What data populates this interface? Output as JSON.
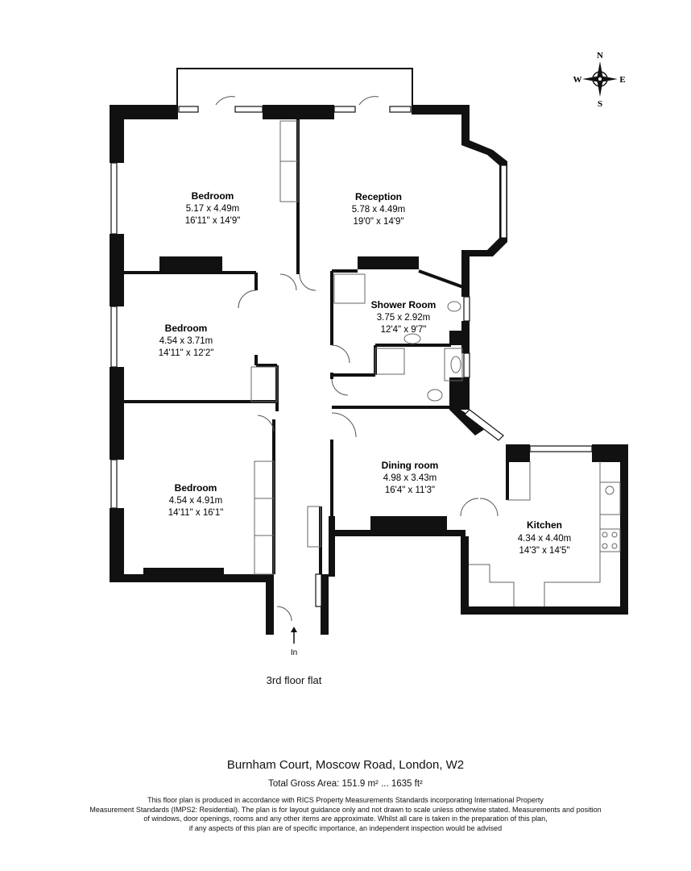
{
  "compass": {
    "n": "N",
    "e": "E",
    "s": "S",
    "w": "W"
  },
  "rooms": [
    {
      "id": "bedroom-1",
      "name": "Bedroom",
      "metric": "5.17 x 4.49m",
      "imperial": "16'11\" x 14'9\""
    },
    {
      "id": "reception",
      "name": "Reception",
      "metric": "5.78 x 4.49m",
      "imperial": "19'0\" x 14'9\""
    },
    {
      "id": "shower-room",
      "name": "Shower Room",
      "metric": "3.75 x 2.92m",
      "imperial": "12'4\" x 9'7\""
    },
    {
      "id": "bedroom-2",
      "name": "Bedroom",
      "metric": "4.54 x 3.71m",
      "imperial": "14'11\" x 12'2\""
    },
    {
      "id": "bedroom-3",
      "name": "Bedroom",
      "metric": "4.54 x 4.91m",
      "imperial": "14'11\" x 16'1\""
    },
    {
      "id": "dining-room",
      "name": "Dining room",
      "metric": "4.98 x 3.43m",
      "imperial": "16'4\" x 11'3\""
    },
    {
      "id": "kitchen",
      "name": "Kitchen",
      "metric": "4.34 x 4.40m",
      "imperial": "14'3\" x 14'5\""
    }
  ],
  "entrance_label": "In",
  "floor_label": "3rd floor flat",
  "address": "Burnham Court, Moscow Road, London, W2",
  "total_area": "Total Gross Area: 151.9 m² ... 1635 ft²",
  "disclaimer": [
    "This floor plan is produced in accordance with RICS Property Measurements Standards incorporating International Property",
    "Measurement Standards (IMPS2: Residential). The plan is for layout guidance only and not drawn to scale unless otherwise stated. Measurements and position",
    "of windows, door openings, rooms and any other items are approximate. Whilst all care is taken in the preparation of this plan,",
    "if any aspects of this plan are of specific importance, an independent inspection would be advised"
  ]
}
